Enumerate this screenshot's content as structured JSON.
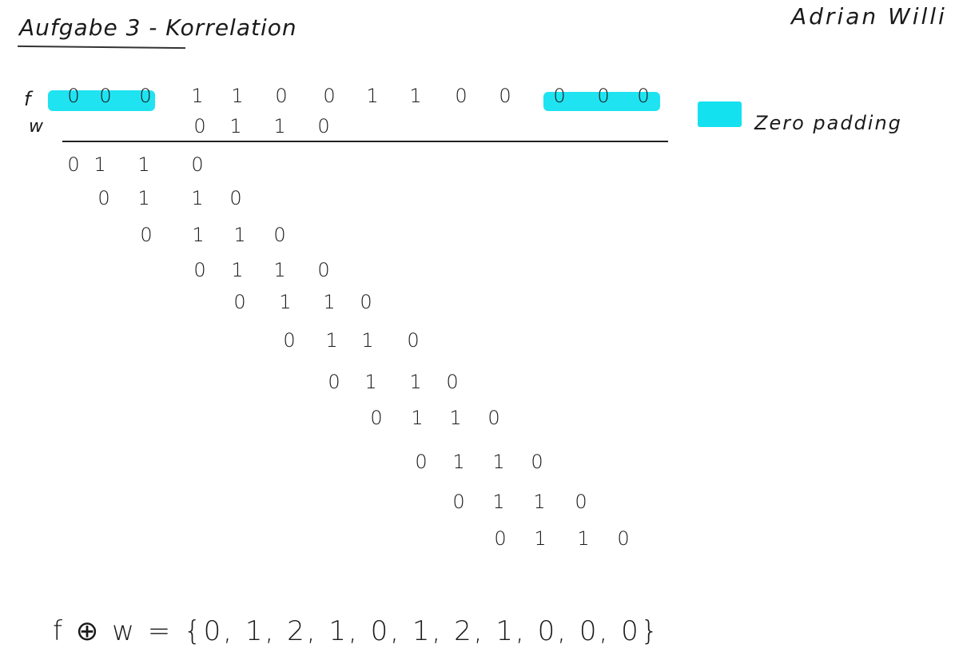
{
  "title": "Aufgabe 3 - Korrelation",
  "author": "Adrian Willi",
  "labels": {
    "f": "f",
    "w": "w"
  },
  "f": [
    "0",
    "0",
    "0",
    "1",
    "1",
    "0",
    "0",
    "1",
    "1",
    "0",
    "0",
    "0",
    "0",
    "0"
  ],
  "w": [
    "0",
    "1",
    "1",
    "0"
  ],
  "shifts": [
    [
      "0",
      "1",
      "1",
      "0"
    ],
    [
      "0",
      "1",
      "1",
      "0"
    ],
    [
      "0",
      "1",
      "1",
      "0"
    ],
    [
      "0",
      "1",
      "1",
      "0"
    ],
    [
      "0",
      "1",
      "1",
      "0"
    ],
    [
      "0",
      "1",
      "1",
      "0"
    ],
    [
      "0",
      "1",
      "1",
      "0"
    ],
    [
      "0",
      "1",
      "1",
      "0"
    ],
    [
      "0",
      "1",
      "1",
      "0"
    ],
    [
      "0",
      "1",
      "1",
      "0"
    ],
    [
      "0",
      "1",
      "1",
      "0"
    ]
  ],
  "legend": {
    "text": "Zero padding",
    "color": "#14e1f0"
  },
  "result": "f ⊕ w = {0, 1, 2, 1, 0, 1, 2, 1, 0, 0, 0}"
}
